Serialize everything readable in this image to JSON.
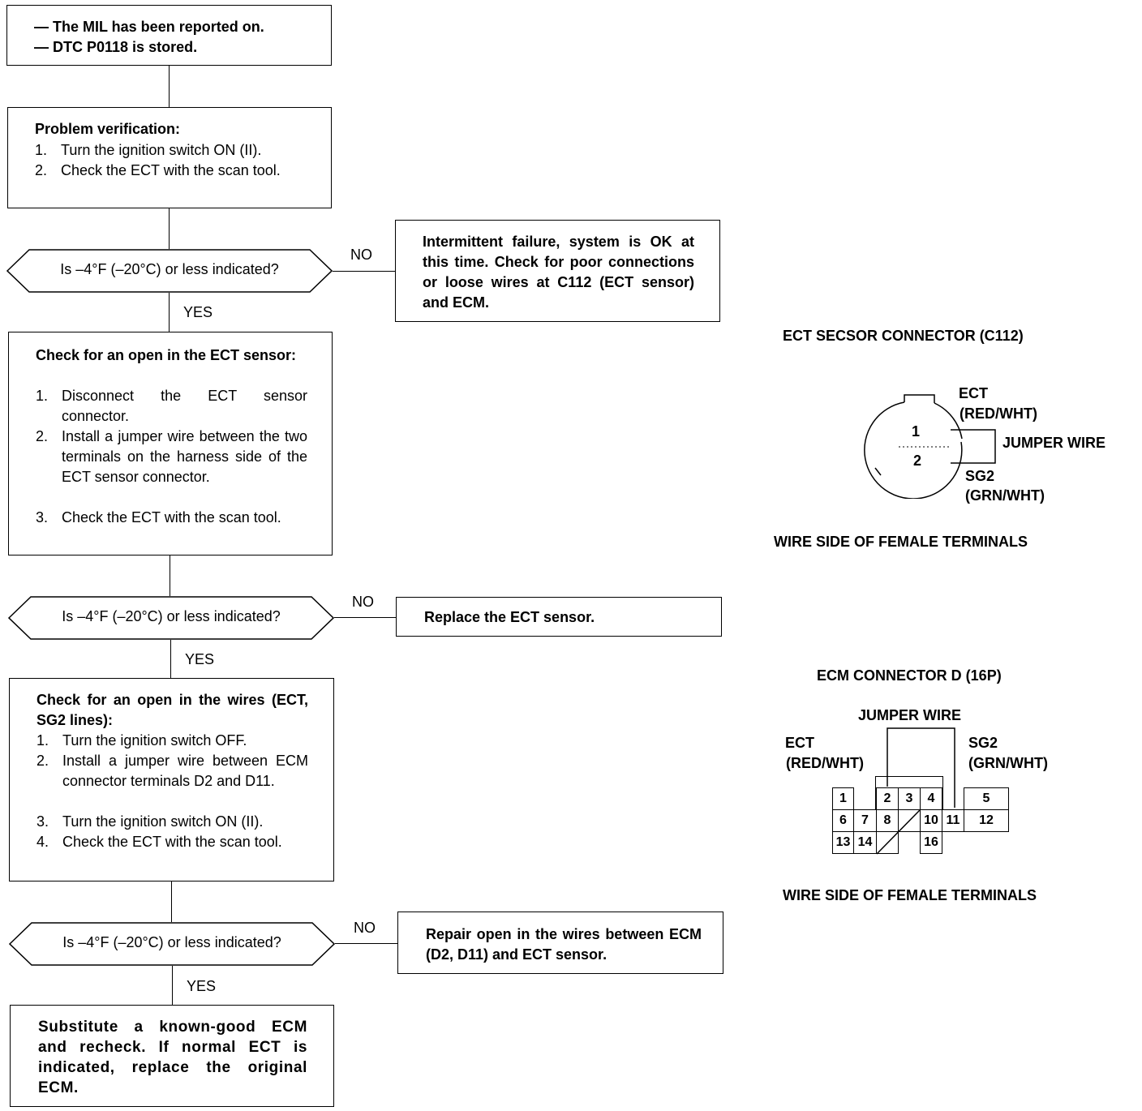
{
  "flow": {
    "start_box": {
      "lines": [
        "— The MIL has been reported on.",
        "— DTC P0118 is stored."
      ]
    },
    "step1": {
      "title": "Problem verification:",
      "items": [
        {
          "n": "1.",
          "text": "Turn the ignition switch ON (II)."
        },
        {
          "n": "2.",
          "text": "Check the ECT with the scan tool."
        }
      ]
    },
    "decision1": {
      "question": "Is –4°F (–20°C) or less indicated?",
      "no_label": "NO",
      "yes_label": "YES"
    },
    "no1": {
      "text": "Intermittent failure, system is OK at this time. Check for poor connections or loose wires at C112 (ECT sensor) and ECM."
    },
    "step2": {
      "title": "Check for an open in the ECT sensor:",
      "items": [
        {
          "n": "1.",
          "text": "Disconnect the ECT sensor connector."
        },
        {
          "n": "2.",
          "text": "Install a jumper wire between the two terminals on the harness side of the ECT sensor connector."
        },
        {
          "n": "3.",
          "text": "Check the ECT with the scan tool."
        }
      ]
    },
    "decision2": {
      "question": "Is –4°F (–20°C) or less indicated?",
      "no_label": "NO",
      "yes_label": "YES"
    },
    "no2": {
      "text": "Replace the ECT sensor."
    },
    "step3": {
      "title": "Check for an open in the wires (ECT, SG2 lines):",
      "items": [
        {
          "n": "1.",
          "text": "Turn the ignition switch OFF."
        },
        {
          "n": "2.",
          "text": "Install a jumper wire between ECM connector terminals D2 and D11."
        },
        {
          "n": "3.",
          "text": "Turn the ignition switch ON (II)."
        },
        {
          "n": "4.",
          "text": "Check the ECT with the scan tool."
        }
      ]
    },
    "decision3": {
      "question": "Is –4°F (–20°C) or less indicated?",
      "no_label": "NO",
      "yes_label": "YES"
    },
    "no3": {
      "text": "Repair open in the wires between ECM (D2, D11) and ECT sensor."
    },
    "final": {
      "text": "Substitute a known-good ECM and recheck. If normal ECT is indicated, replace the original ECM."
    }
  },
  "ect_connector": {
    "title": "ECT SECSOR CONNECTOR (C112)",
    "pin1": "1",
    "pin2": "2",
    "ect_label": "ECT",
    "ect_color": "(RED/WHT)",
    "jumper_label": "JUMPER WIRE",
    "sg2_label": "SG2",
    "sg2_color": "(GRN/WHT)",
    "caption": "WIRE SIDE OF FEMALE TERMINALS"
  },
  "ecm_connector": {
    "title": "ECM CONNECTOR D (16P)",
    "jumper_label": "JUMPER WIRE",
    "ect_label": "ECT",
    "ect_color": "(RED/WHT)",
    "sg2_label": "SG2",
    "sg2_color": "(GRN/WHT)",
    "terminals": [
      "1",
      "2",
      "3",
      "4",
      "5",
      "6",
      "7",
      "8",
      "10",
      "11",
      "12",
      "13",
      "14",
      "16"
    ],
    "caption": "WIRE SIDE OF FEMALE TERMINALS"
  }
}
